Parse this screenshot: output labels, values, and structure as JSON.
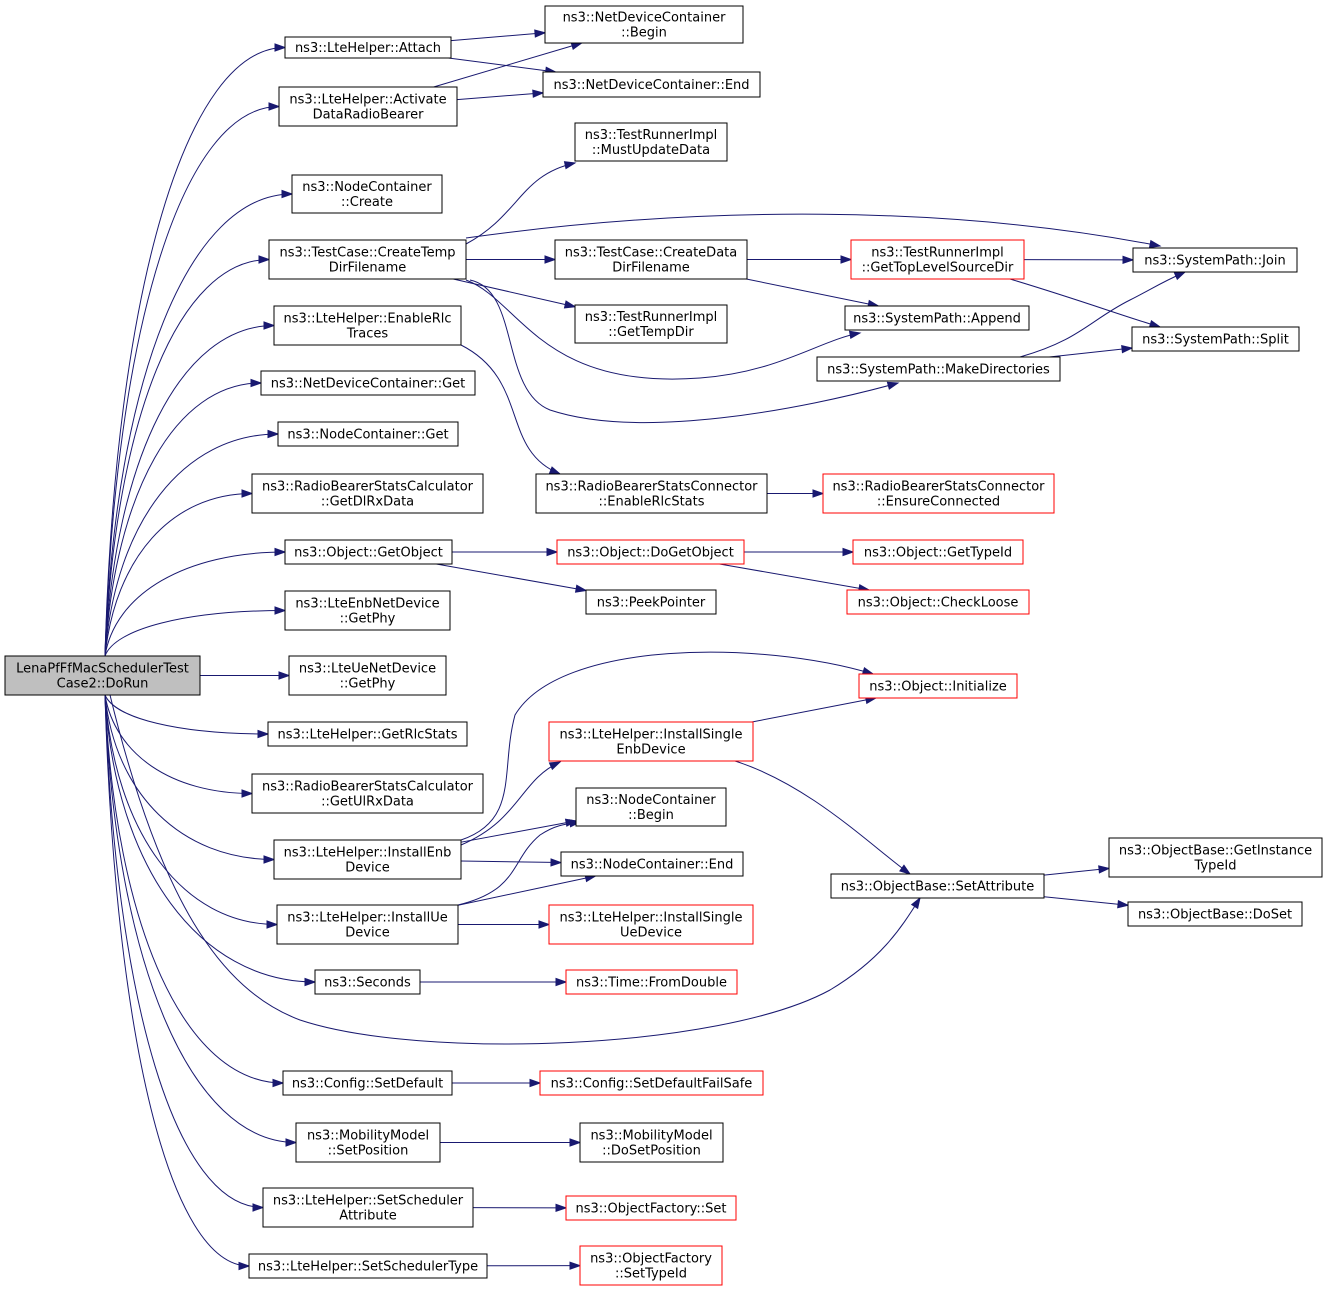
{
  "diagram": {
    "nodes": [
      {
        "id": "root",
        "lines": [
          "LenaPfFfMacSchedulerTest",
          "Case2::DoRun"
        ],
        "style": "root"
      },
      {
        "id": "attach",
        "lines": [
          "ns3::LteHelper::Attach"
        ]
      },
      {
        "id": "ndc_begin",
        "lines": [
          "ns3::NetDeviceContainer",
          "::Begin"
        ]
      },
      {
        "id": "ndc_end",
        "lines": [
          "ns3::NetDeviceContainer::End"
        ]
      },
      {
        "id": "activate",
        "lines": [
          "ns3::LteHelper::Activate",
          "DataRadioBearer"
        ]
      },
      {
        "id": "nc_create",
        "lines": [
          "ns3::NodeContainer",
          "::Create"
        ]
      },
      {
        "id": "tri_must",
        "lines": [
          "ns3::TestRunnerImpl",
          "::MustUpdateData"
        ]
      },
      {
        "id": "tc_temp",
        "lines": [
          "ns3::TestCase::CreateTemp",
          "DirFilename"
        ]
      },
      {
        "id": "tc_data",
        "lines": [
          "ns3::TestCase::CreateData",
          "DirFilename"
        ]
      },
      {
        "id": "tri_top",
        "lines": [
          "ns3::TestRunnerImpl",
          "::GetTopLevelSourceDir"
        ],
        "style": "red"
      },
      {
        "id": "sp_join",
        "lines": [
          "ns3::SystemPath::Join"
        ]
      },
      {
        "id": "tri_tempdir",
        "lines": [
          "ns3::TestRunnerImpl",
          "::GetTempDir"
        ]
      },
      {
        "id": "sp_append",
        "lines": [
          "ns3::SystemPath::Append"
        ]
      },
      {
        "id": "sp_split",
        "lines": [
          "ns3::SystemPath::Split"
        ]
      },
      {
        "id": "enable_rlc",
        "lines": [
          "ns3::LteHelper::EnableRlc",
          "Traces"
        ]
      },
      {
        "id": "sp_mkdirs",
        "lines": [
          "ns3::SystemPath::MakeDirectories"
        ]
      },
      {
        "id": "ndc_get",
        "lines": [
          "ns3::NetDeviceContainer::Get"
        ]
      },
      {
        "id": "nc_get",
        "lines": [
          "ns3::NodeContainer::Get"
        ]
      },
      {
        "id": "rbsc_dl",
        "lines": [
          "ns3::RadioBearerStatsCalculator",
          "::GetDlRxData"
        ]
      },
      {
        "id": "rbscon_enable",
        "lines": [
          "ns3::RadioBearerStatsConnector",
          "::EnableRlcStats"
        ]
      },
      {
        "id": "rbscon_ensure",
        "lines": [
          "ns3::RadioBearerStatsConnector",
          "::EnsureConnected"
        ],
        "style": "red"
      },
      {
        "id": "obj_getobject",
        "lines": [
          "ns3::Object::GetObject"
        ]
      },
      {
        "id": "obj_dogetobject",
        "lines": [
          "ns3::Object::DoGetObject"
        ],
        "style": "red"
      },
      {
        "id": "obj_gettypeid",
        "lines": [
          "ns3::Object::GetTypeId"
        ],
        "style": "red"
      },
      {
        "id": "peek",
        "lines": [
          "ns3::PeekPointer"
        ]
      },
      {
        "id": "obj_checkloose",
        "lines": [
          "ns3::Object::CheckLoose"
        ],
        "style": "red"
      },
      {
        "id": "enb_getphy",
        "lines": [
          "ns3::LteEnbNetDevice",
          "::GetPhy"
        ]
      },
      {
        "id": "ue_getphy",
        "lines": [
          "ns3::LteUeNetDevice",
          "::GetPhy"
        ]
      },
      {
        "id": "obj_init",
        "lines": [
          "ns3::Object::Initialize"
        ],
        "style": "red"
      },
      {
        "id": "getrlcstats",
        "lines": [
          "ns3::LteHelper::GetRlcStats"
        ]
      },
      {
        "id": "install_single_enb",
        "lines": [
          "ns3::LteHelper::InstallSingle",
          "EnbDevice"
        ],
        "style": "red"
      },
      {
        "id": "rbsc_ul",
        "lines": [
          "ns3::RadioBearerStatsCalculator",
          "::GetUlRxData"
        ]
      },
      {
        "id": "nc_begin",
        "lines": [
          "ns3::NodeContainer",
          "::Begin"
        ]
      },
      {
        "id": "ob_getinst",
        "lines": [
          "ns3::ObjectBase::GetInstance",
          "TypeId"
        ]
      },
      {
        "id": "install_enb",
        "lines": [
          "ns3::LteHelper::InstallEnb",
          "Device"
        ]
      },
      {
        "id": "nc_end",
        "lines": [
          "ns3::NodeContainer::End"
        ]
      },
      {
        "id": "ob_setattr",
        "lines": [
          "ns3::ObjectBase::SetAttribute"
        ]
      },
      {
        "id": "ob_doset",
        "lines": [
          "ns3::ObjectBase::DoSet"
        ]
      },
      {
        "id": "install_ue",
        "lines": [
          "ns3::LteHelper::InstallUe",
          "Device"
        ]
      },
      {
        "id": "install_single_ue",
        "lines": [
          "ns3::LteHelper::InstallSingle",
          "UeDevice"
        ],
        "style": "red"
      },
      {
        "id": "seconds",
        "lines": [
          "ns3::Seconds"
        ]
      },
      {
        "id": "time_fromdouble",
        "lines": [
          "ns3::Time::FromDouble"
        ],
        "style": "red"
      },
      {
        "id": "cfg_setdefault",
        "lines": [
          "ns3::Config::SetDefault"
        ]
      },
      {
        "id": "cfg_failsafe",
        "lines": [
          "ns3::Config::SetDefaultFailSafe"
        ],
        "style": "red"
      },
      {
        "id": "mm_setpos",
        "lines": [
          "ns3::MobilityModel",
          "::SetPosition"
        ]
      },
      {
        "id": "mm_dosetpos",
        "lines": [
          "ns3::MobilityModel",
          "::DoSetPosition"
        ]
      },
      {
        "id": "set_sched_attr",
        "lines": [
          "ns3::LteHelper::SetScheduler",
          "Attribute"
        ]
      },
      {
        "id": "of_set",
        "lines": [
          "ns3::ObjectFactory::Set"
        ],
        "style": "red"
      },
      {
        "id": "set_sched_type",
        "lines": [
          "ns3::LteHelper::SetSchedulerType"
        ]
      },
      {
        "id": "of_settypeid",
        "lines": [
          "ns3::ObjectFactory",
          "::SetTypeId"
        ],
        "style": "red"
      }
    ],
    "edges": [
      [
        "root",
        "attach"
      ],
      [
        "root",
        "activate"
      ],
      [
        "root",
        "nc_create"
      ],
      [
        "root",
        "tc_temp"
      ],
      [
        "root",
        "enable_rlc"
      ],
      [
        "root",
        "ndc_get"
      ],
      [
        "root",
        "nc_get"
      ],
      [
        "root",
        "rbsc_dl"
      ],
      [
        "root",
        "obj_getobject"
      ],
      [
        "root",
        "enb_getphy"
      ],
      [
        "root",
        "ue_getphy"
      ],
      [
        "root",
        "getrlcstats"
      ],
      [
        "root",
        "rbsc_ul"
      ],
      [
        "root",
        "install_enb"
      ],
      [
        "root",
        "install_ue"
      ],
      [
        "root",
        "seconds"
      ],
      [
        "root",
        "ob_setattr"
      ],
      [
        "root",
        "cfg_setdefault"
      ],
      [
        "root",
        "mm_setpos"
      ],
      [
        "root",
        "set_sched_attr"
      ],
      [
        "root",
        "set_sched_type"
      ],
      [
        "attach",
        "ndc_begin"
      ],
      [
        "attach",
        "ndc_end"
      ],
      [
        "activate",
        "ndc_begin"
      ],
      [
        "activate",
        "ndc_end"
      ],
      [
        "tc_temp",
        "tri_must"
      ],
      [
        "tc_temp",
        "sp_join"
      ],
      [
        "tc_temp",
        "tc_data"
      ],
      [
        "tc_temp",
        "tri_tempdir"
      ],
      [
        "tc_temp",
        "sp_append"
      ],
      [
        "tc_temp",
        "sp_mkdirs"
      ],
      [
        "tc_data",
        "tri_top"
      ],
      [
        "tc_data",
        "sp_append"
      ],
      [
        "tri_top",
        "sp_join"
      ],
      [
        "tri_top",
        "sp_split"
      ],
      [
        "sp_mkdirs",
        "sp_join"
      ],
      [
        "sp_mkdirs",
        "sp_split"
      ],
      [
        "enable_rlc",
        "rbscon_enable"
      ],
      [
        "rbscon_enable",
        "rbscon_ensure"
      ],
      [
        "obj_getobject",
        "obj_dogetobject"
      ],
      [
        "obj_getobject",
        "peek"
      ],
      [
        "obj_dogetobject",
        "obj_gettypeid"
      ],
      [
        "obj_dogetobject",
        "obj_checkloose"
      ],
      [
        "install_enb",
        "obj_init"
      ],
      [
        "install_enb",
        "install_single_enb"
      ],
      [
        "install_enb",
        "nc_begin"
      ],
      [
        "install_enb",
        "nc_end"
      ],
      [
        "install_single_enb",
        "obj_init"
      ],
      [
        "install_single_enb",
        "ob_setattr"
      ],
      [
        "install_ue",
        "nc_begin"
      ],
      [
        "install_ue",
        "nc_end"
      ],
      [
        "install_ue",
        "install_single_ue"
      ],
      [
        "ob_setattr",
        "ob_getinst"
      ],
      [
        "ob_setattr",
        "ob_doset"
      ],
      [
        "seconds",
        "time_fromdouble"
      ],
      [
        "cfg_setdefault",
        "cfg_failsafe"
      ],
      [
        "mm_setpos",
        "mm_dosetpos"
      ],
      [
        "set_sched_attr",
        "of_set"
      ],
      [
        "set_sched_type",
        "of_settypeid"
      ]
    ]
  }
}
